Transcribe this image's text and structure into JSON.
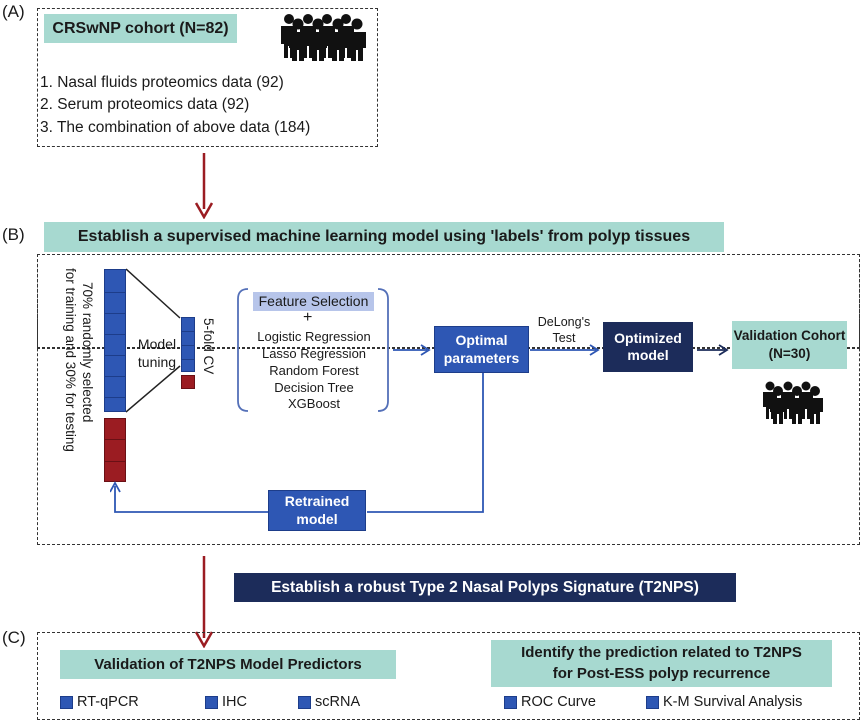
{
  "panel_a": {
    "label": "(A)",
    "cohort_title": "CRSwNP cohort (N=82)",
    "people_icon": "people-group-icon",
    "items": [
      "1. Nasal fluids proteomics data (92)",
      "2. Serum proteomics data (92)",
      "3. The combination of above data (184)"
    ]
  },
  "panel_b": {
    "label": "(B)",
    "title": "Establish a supervised machine learning model using 'labels' from polyp tissues",
    "split_text_line1": "70% randomly selected",
    "split_text_line2": "for training and 30% for testing",
    "model_tuning_line1": "Model",
    "model_tuning_line2": "tuning",
    "cv_text": "5-fold CV",
    "feature_selection": "Feature Selection",
    "plus": "+",
    "models": [
      "Logistic Regression",
      "Lasso Regression",
      "Random Forest",
      "Decision Tree",
      "XGBoost"
    ],
    "optimal_line1": "Optimal",
    "optimal_line2": "parameters",
    "delong_line1": "DeLong's",
    "delong_line2": "Test",
    "optimized_line1": "Optimized",
    "optimized_line2": "model",
    "validation_line1": "Validation Cohort",
    "validation_line2": "(N=30)",
    "retrained_line1": "Retrained",
    "retrained_line2": "model"
  },
  "signature_banner": "Establish a robust Type 2 Nasal Polyps Signature (T2NPS)",
  "panel_c": {
    "label": "(C)",
    "validation_title": "Validation of T2NPS Model Predictors",
    "validation_methods": [
      "RT-qPCR",
      "IHC",
      "scRNA"
    ],
    "prediction_title_line1": "Identify the prediction related to T2NPS",
    "prediction_title_line2": "for Post-ESS polyp recurrence",
    "prediction_methods": [
      "ROC Curve",
      "K-M Survival Analysis"
    ]
  },
  "colors": {
    "teal": "#a7d9d0",
    "navy": "#1c2c5a",
    "blue": "#2e57b4",
    "red": "#9b1c22",
    "feature_bg": "#b7c5ea"
  }
}
